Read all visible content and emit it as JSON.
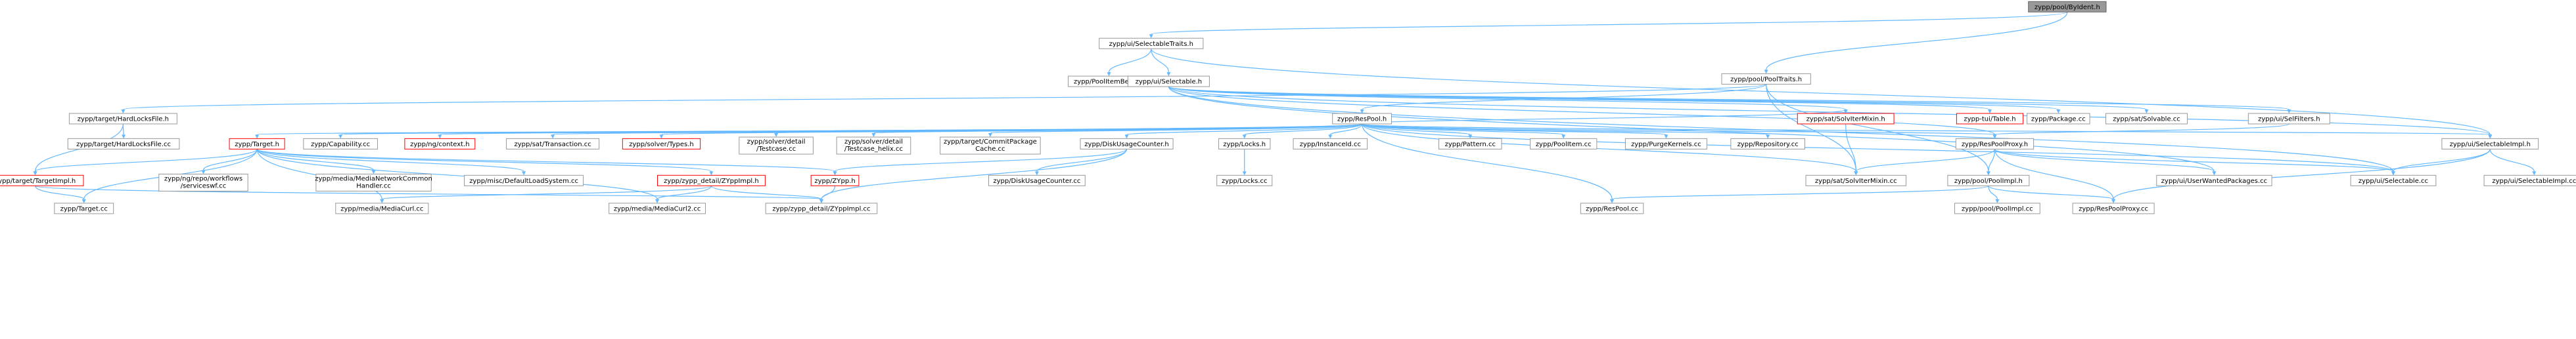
{
  "graph": {
    "nodes": [
      {
        "id": "n0",
        "kind": "root",
        "label": [
          "zypp/pool/ByIdent.h"
        ]
      },
      {
        "id": "n1",
        "kind": "normal",
        "label": [
          "zypp/ui/SelectableTraits.h"
        ]
      },
      {
        "id": "n2",
        "kind": "normal",
        "label": [
          "zypp/pool/PoolTraits.h"
        ]
      },
      {
        "id": "n3",
        "kind": "normal",
        "label": [
          "zypp/PoolItemBest.cc"
        ]
      },
      {
        "id": "n4",
        "kind": "normal",
        "label": [
          "zypp/ui/Selectable.h"
        ]
      },
      {
        "id": "n5",
        "kind": "normal",
        "label": [
          "zypp/target/HardLocksFile.h"
        ]
      },
      {
        "id": "n6",
        "kind": "normal",
        "label": [
          "zypp/ResPool.h"
        ]
      },
      {
        "id": "n7",
        "kind": "red",
        "label": [
          "zypp/sat/SolvIterMixin.h"
        ]
      },
      {
        "id": "n8",
        "kind": "red",
        "label": [
          "zypp-tui/Table.h"
        ]
      },
      {
        "id": "n9",
        "kind": "normal",
        "label": [
          "zypp/Package.cc"
        ]
      },
      {
        "id": "n10",
        "kind": "normal",
        "label": [
          "zypp/sat/Solvable.cc"
        ]
      },
      {
        "id": "n11",
        "kind": "normal",
        "label": [
          "zypp/ui/SelFilters.h"
        ]
      },
      {
        "id": "n12",
        "kind": "normal",
        "label": [
          "zypp/target/HardLocksFile.cc"
        ]
      },
      {
        "id": "n13",
        "kind": "red",
        "label": [
          "zypp/Target.h"
        ]
      },
      {
        "id": "n14",
        "kind": "normal",
        "label": [
          "zypp/Capability.cc"
        ]
      },
      {
        "id": "n15",
        "kind": "red",
        "label": [
          "zypp/ng/context.h"
        ]
      },
      {
        "id": "n16",
        "kind": "normal",
        "label": [
          "zypp/sat/Transaction.cc"
        ]
      },
      {
        "id": "n17",
        "kind": "red",
        "label": [
          "zypp/solver/Types.h"
        ]
      },
      {
        "id": "n18",
        "kind": "normal",
        "label": [
          "zypp/solver/detail",
          "/Testcase.cc"
        ]
      },
      {
        "id": "n19",
        "kind": "normal",
        "label": [
          "zypp/solver/detail",
          "/Testcase_helix.cc"
        ]
      },
      {
        "id": "n20",
        "kind": "normal",
        "label": [
          "zypp/target/CommitPackage",
          "Cache.cc"
        ]
      },
      {
        "id": "n21",
        "kind": "normal",
        "label": [
          "zypp/DiskUsageCounter.h"
        ]
      },
      {
        "id": "n22",
        "kind": "normal",
        "label": [
          "zypp/Locks.h"
        ]
      },
      {
        "id": "n23",
        "kind": "normal",
        "label": [
          "zypp/InstanceId.cc"
        ]
      },
      {
        "id": "n24",
        "kind": "normal",
        "label": [
          "zypp/Pattern.cc"
        ]
      },
      {
        "id": "n25",
        "kind": "normal",
        "label": [
          "zypp/PoolItem.cc"
        ]
      },
      {
        "id": "n26",
        "kind": "normal",
        "label": [
          "zypp/PurgeKernels.cc"
        ]
      },
      {
        "id": "n27",
        "kind": "normal",
        "label": [
          "zypp/Repository.cc"
        ]
      },
      {
        "id": "n28",
        "kind": "normal",
        "label": [
          "zypp/ResPoolProxy.h"
        ]
      },
      {
        "id": "n29",
        "kind": "normal",
        "label": [
          "zypp/ui/SelectableImpl.h"
        ]
      },
      {
        "id": "n30",
        "kind": "red",
        "label": [
          "zypp/target/TargetImpl.h"
        ]
      },
      {
        "id": "n31",
        "kind": "normal",
        "label": [
          "zypp/ng/repo/workflows",
          "/serviceswf.cc"
        ]
      },
      {
        "id": "n32",
        "kind": "normal",
        "label": [
          "zypp/media/MediaNetworkCommon",
          "Handler.cc"
        ]
      },
      {
        "id": "n33",
        "kind": "normal",
        "label": [
          "zypp/misc/DefaultLoadSystem.cc"
        ]
      },
      {
        "id": "n34",
        "kind": "red",
        "label": [
          "zypp/zypp_detail/ZYppImpl.h"
        ]
      },
      {
        "id": "n35",
        "kind": "red",
        "label": [
          "zypp/ZYpp.h"
        ]
      },
      {
        "id": "n36",
        "kind": "normal",
        "label": [
          "zypp/DiskUsageCounter.cc"
        ]
      },
      {
        "id": "n37",
        "kind": "normal",
        "label": [
          "zypp/Locks.cc"
        ]
      },
      {
        "id": "n38",
        "kind": "normal",
        "label": [
          "zypp/sat/SolvIterMixin.cc"
        ]
      },
      {
        "id": "n39",
        "kind": "normal",
        "label": [
          "zypp/pool/PoolImpl.h"
        ]
      },
      {
        "id": "n40",
        "kind": "normal",
        "label": [
          "zypp/ui/UserWantedPackages.cc"
        ]
      },
      {
        "id": "n41",
        "kind": "normal",
        "label": [
          "zypp/ui/Selectable.cc"
        ]
      },
      {
        "id": "n42",
        "kind": "normal",
        "label": [
          "zypp/ui/SelectableImpl.cc"
        ]
      },
      {
        "id": "n43",
        "kind": "normal",
        "label": [
          "zypp/Target.cc"
        ]
      },
      {
        "id": "n44",
        "kind": "normal",
        "label": [
          "zypp/media/MediaCurl.cc"
        ]
      },
      {
        "id": "n45",
        "kind": "normal",
        "label": [
          "zypp/media/MediaCurl2.cc"
        ]
      },
      {
        "id": "n46",
        "kind": "normal",
        "label": [
          "zypp/zypp_detail/ZYppImpl.cc"
        ]
      },
      {
        "id": "n47",
        "kind": "normal",
        "label": [
          "zypp/ResPool.cc"
        ]
      },
      {
        "id": "n48",
        "kind": "normal",
        "label": [
          "zypp/pool/PoolImpl.cc"
        ]
      },
      {
        "id": "n49",
        "kind": "normal",
        "label": [
          "zypp/ResPoolProxy.cc"
        ]
      }
    ],
    "edges": [
      [
        "n0",
        "n1"
      ],
      [
        "n0",
        "n2"
      ],
      [
        "n1",
        "n3"
      ],
      [
        "n1",
        "n4"
      ],
      [
        "n1",
        "n29"
      ],
      [
        "n2",
        "n5"
      ],
      [
        "n2",
        "n6"
      ],
      [
        "n2",
        "n38"
      ],
      [
        "n2",
        "n39"
      ],
      [
        "n4",
        "n7"
      ],
      [
        "n4",
        "n8"
      ],
      [
        "n4",
        "n9"
      ],
      [
        "n4",
        "n10"
      ],
      [
        "n4",
        "n11"
      ],
      [
        "n4",
        "n28"
      ],
      [
        "n4",
        "n29"
      ],
      [
        "n4",
        "n40"
      ],
      [
        "n4",
        "n41"
      ],
      [
        "n5",
        "n12"
      ],
      [
        "n5",
        "n30"
      ],
      [
        "n6",
        "n13"
      ],
      [
        "n6",
        "n14"
      ],
      [
        "n6",
        "n15"
      ],
      [
        "n6",
        "n16"
      ],
      [
        "n6",
        "n17"
      ],
      [
        "n6",
        "n18"
      ],
      [
        "n6",
        "n19"
      ],
      [
        "n6",
        "n20"
      ],
      [
        "n6",
        "n21"
      ],
      [
        "n6",
        "n22"
      ],
      [
        "n6",
        "n23"
      ],
      [
        "n6",
        "n24"
      ],
      [
        "n6",
        "n25"
      ],
      [
        "n6",
        "n26"
      ],
      [
        "n6",
        "n27"
      ],
      [
        "n6",
        "n28"
      ],
      [
        "n6",
        "n29"
      ],
      [
        "n6",
        "n7"
      ],
      [
        "n6",
        "n38"
      ],
      [
        "n6",
        "n41"
      ],
      [
        "n6",
        "n47"
      ],
      [
        "n7",
        "n38"
      ],
      [
        "n11",
        "n28"
      ],
      [
        "n13",
        "n30"
      ],
      [
        "n13",
        "n31"
      ],
      [
        "n13",
        "n32"
      ],
      [
        "n13",
        "n33"
      ],
      [
        "n13",
        "n34"
      ],
      [
        "n13",
        "n35"
      ],
      [
        "n13",
        "n43"
      ],
      [
        "n13",
        "n44"
      ],
      [
        "n13",
        "n45"
      ],
      [
        "n21",
        "n35"
      ],
      [
        "n21",
        "n36"
      ],
      [
        "n21",
        "n46"
      ],
      [
        "n22",
        "n37"
      ],
      [
        "n28",
        "n38"
      ],
      [
        "n28",
        "n39"
      ],
      [
        "n28",
        "n40"
      ],
      [
        "n28",
        "n41"
      ],
      [
        "n28",
        "n49"
      ],
      [
        "n29",
        "n41"
      ],
      [
        "n29",
        "n42"
      ],
      [
        "n29",
        "n49"
      ],
      [
        "n30",
        "n43"
      ],
      [
        "n30",
        "n46"
      ],
      [
        "n34",
        "n44"
      ],
      [
        "n34",
        "n45"
      ],
      [
        "n34",
        "n46"
      ],
      [
        "n35",
        "n46"
      ],
      [
        "n39",
        "n47"
      ],
      [
        "n39",
        "n48"
      ],
      [
        "n39",
        "n49"
      ]
    ]
  }
}
